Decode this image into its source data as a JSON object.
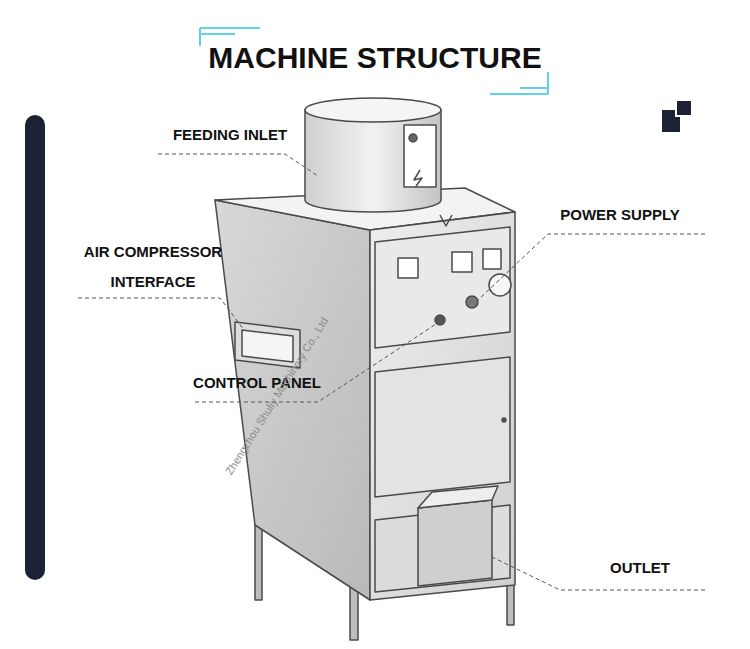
{
  "diagram": {
    "title": "MACHINE STRUCTURE",
    "labels": [
      "FEEDING INLET",
      "POWER SUPPLY",
      "AIR COMPRESSOR INTERFACE",
      "CONTROL PANEL",
      "OUTLET",
      "Zhengzhou Shuliy Machinery Co., Ltd"
    ]
  }
}
